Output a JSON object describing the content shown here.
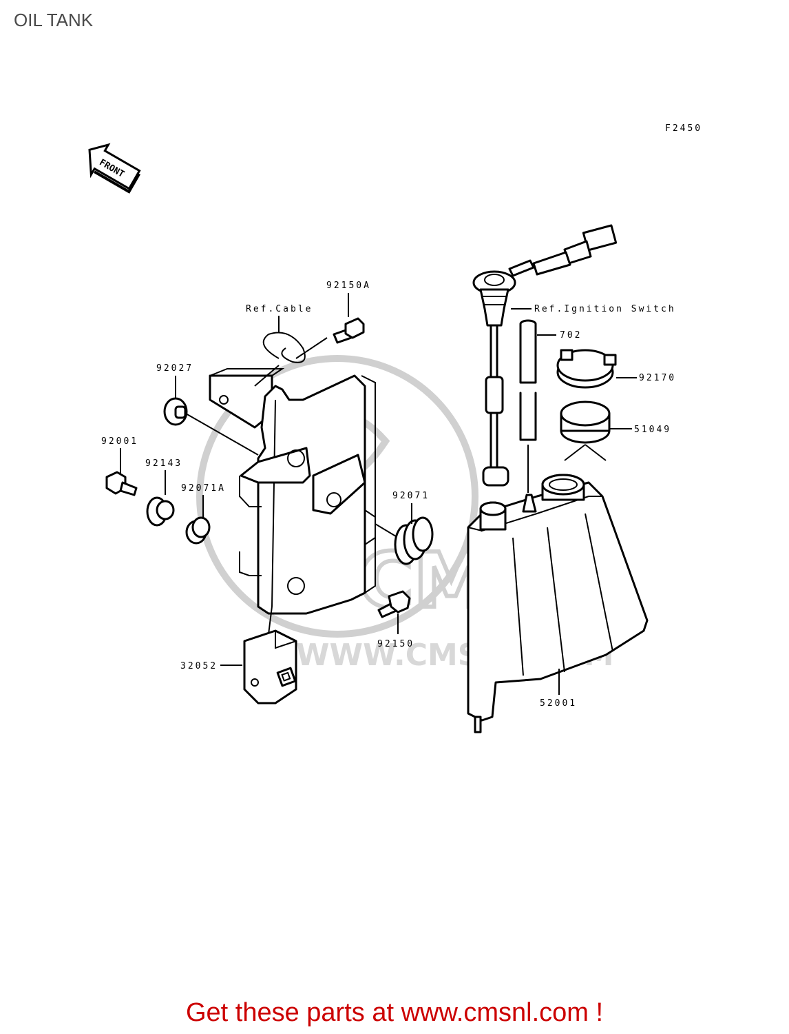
{
  "title": "OIL TANK",
  "figure_code": "F2450",
  "front_label": "FRONT",
  "watermark_text": "WWW.CMSNL.COM",
  "watermark_logo_text": "CMS",
  "footer_text": "Get these parts at www.cmsnl.com !",
  "colors": {
    "footer": "#cc0000",
    "title": "#4a4a4a",
    "watermark": "#d0d0d0"
  },
  "labels": {
    "p92150A": "92150A",
    "ref_cable": "Ref.Cable",
    "p92027": "92027",
    "p92001": "92001",
    "p92143": "92143",
    "p92071A": "92071A",
    "p92071": "92071",
    "p92150": "92150",
    "p32052": "32052",
    "ref_ignition": "Ref.Ignition Switch",
    "p702": "702",
    "p92170": "92170",
    "p51049": "51049",
    "p52001": "52001"
  }
}
